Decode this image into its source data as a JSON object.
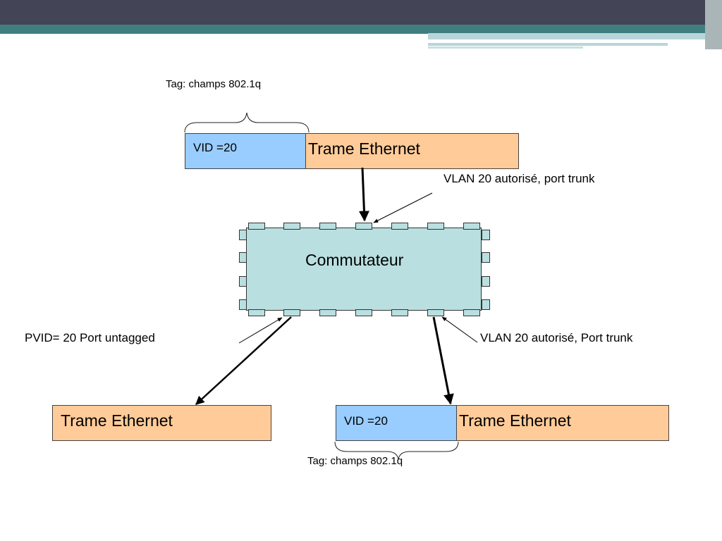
{
  "top_tag_label": "Tag: champs 802.1q",
  "top_vid_label": "VID =20",
  "top_frame_label": "Trame Ethernet",
  "uplink_label": "VLAN 20 autorisé, port trunk",
  "switch_label": "Commutateur",
  "left_port_label": "PVID= 20 Port untagged",
  "right_port_label": "VLAN 20 autorisé, Port trunk",
  "bottom_left_frame_label": "Trame Ethernet",
  "bottom_vid_label": "VID =20",
  "bottom_right_frame_label": "Trame Ethernet",
  "bottom_tag_label": "Tag: champs 802.1q",
  "colors": {
    "header_dark": "#434456",
    "header_teal": "#3f7f80",
    "vid_fill": "#99ccff",
    "frame_fill": "#ffcc99",
    "switch_fill": "#b9dfe0"
  }
}
